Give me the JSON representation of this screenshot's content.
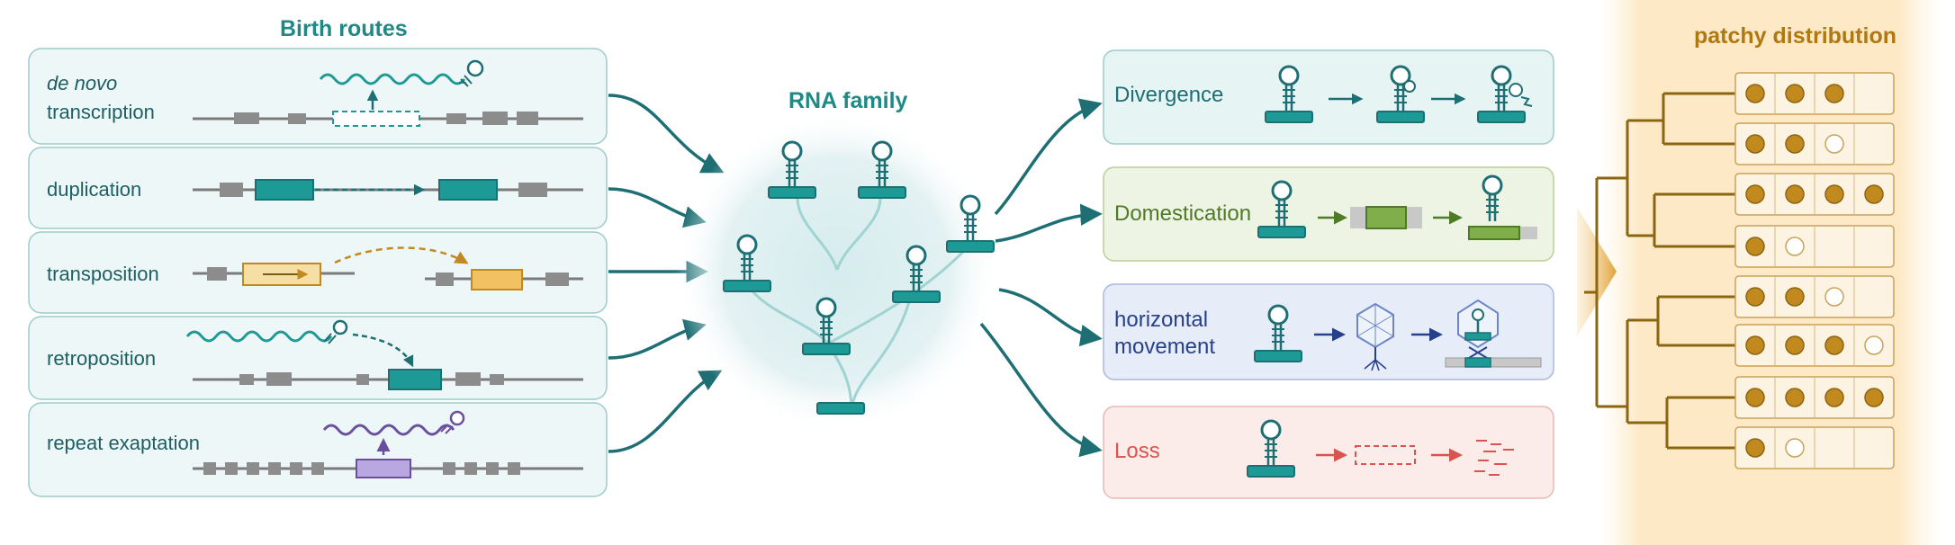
{
  "birth_routes": {
    "title": "Birth routes",
    "items": [
      {
        "label_italic": "de novo",
        "label": "transcription"
      },
      {
        "label": "duplication"
      },
      {
        "label": "transposition"
      },
      {
        "label": "retroposition"
      },
      {
        "label": "repeat exaptation"
      }
    ]
  },
  "family": {
    "title": "RNA family"
  },
  "fates": {
    "items": [
      {
        "label": "Divergence",
        "color": "#1e6f74"
      },
      {
        "label": "Domestication",
        "color": "#4f7a26"
      },
      {
        "label": "horizontal",
        "label2": "movement",
        "color": "#27408b"
      },
      {
        "label": "Loss",
        "color": "#d9534f"
      }
    ]
  },
  "distribution": {
    "title": "patchy distribution",
    "rows": [
      [
        1,
        1,
        1,
        0
      ],
      [
        1,
        1,
        2,
        0
      ],
      [
        1,
        1,
        1,
        1
      ],
      [
        1,
        2,
        0,
        0
      ],
      [
        1,
        1,
        2,
        0
      ],
      [
        1,
        1,
        1,
        2
      ],
      [
        1,
        1,
        1,
        1
      ],
      [
        1,
        2,
        0,
        0
      ]
    ]
  },
  "colors": {
    "teal": "#1e9a96",
    "teal_dark": "#1e6f74",
    "gold": "#c28a1e",
    "green": "#5d8f2e",
    "purple": "#7a5fb0",
    "red": "#d9534f",
    "navy": "#27408b"
  }
}
